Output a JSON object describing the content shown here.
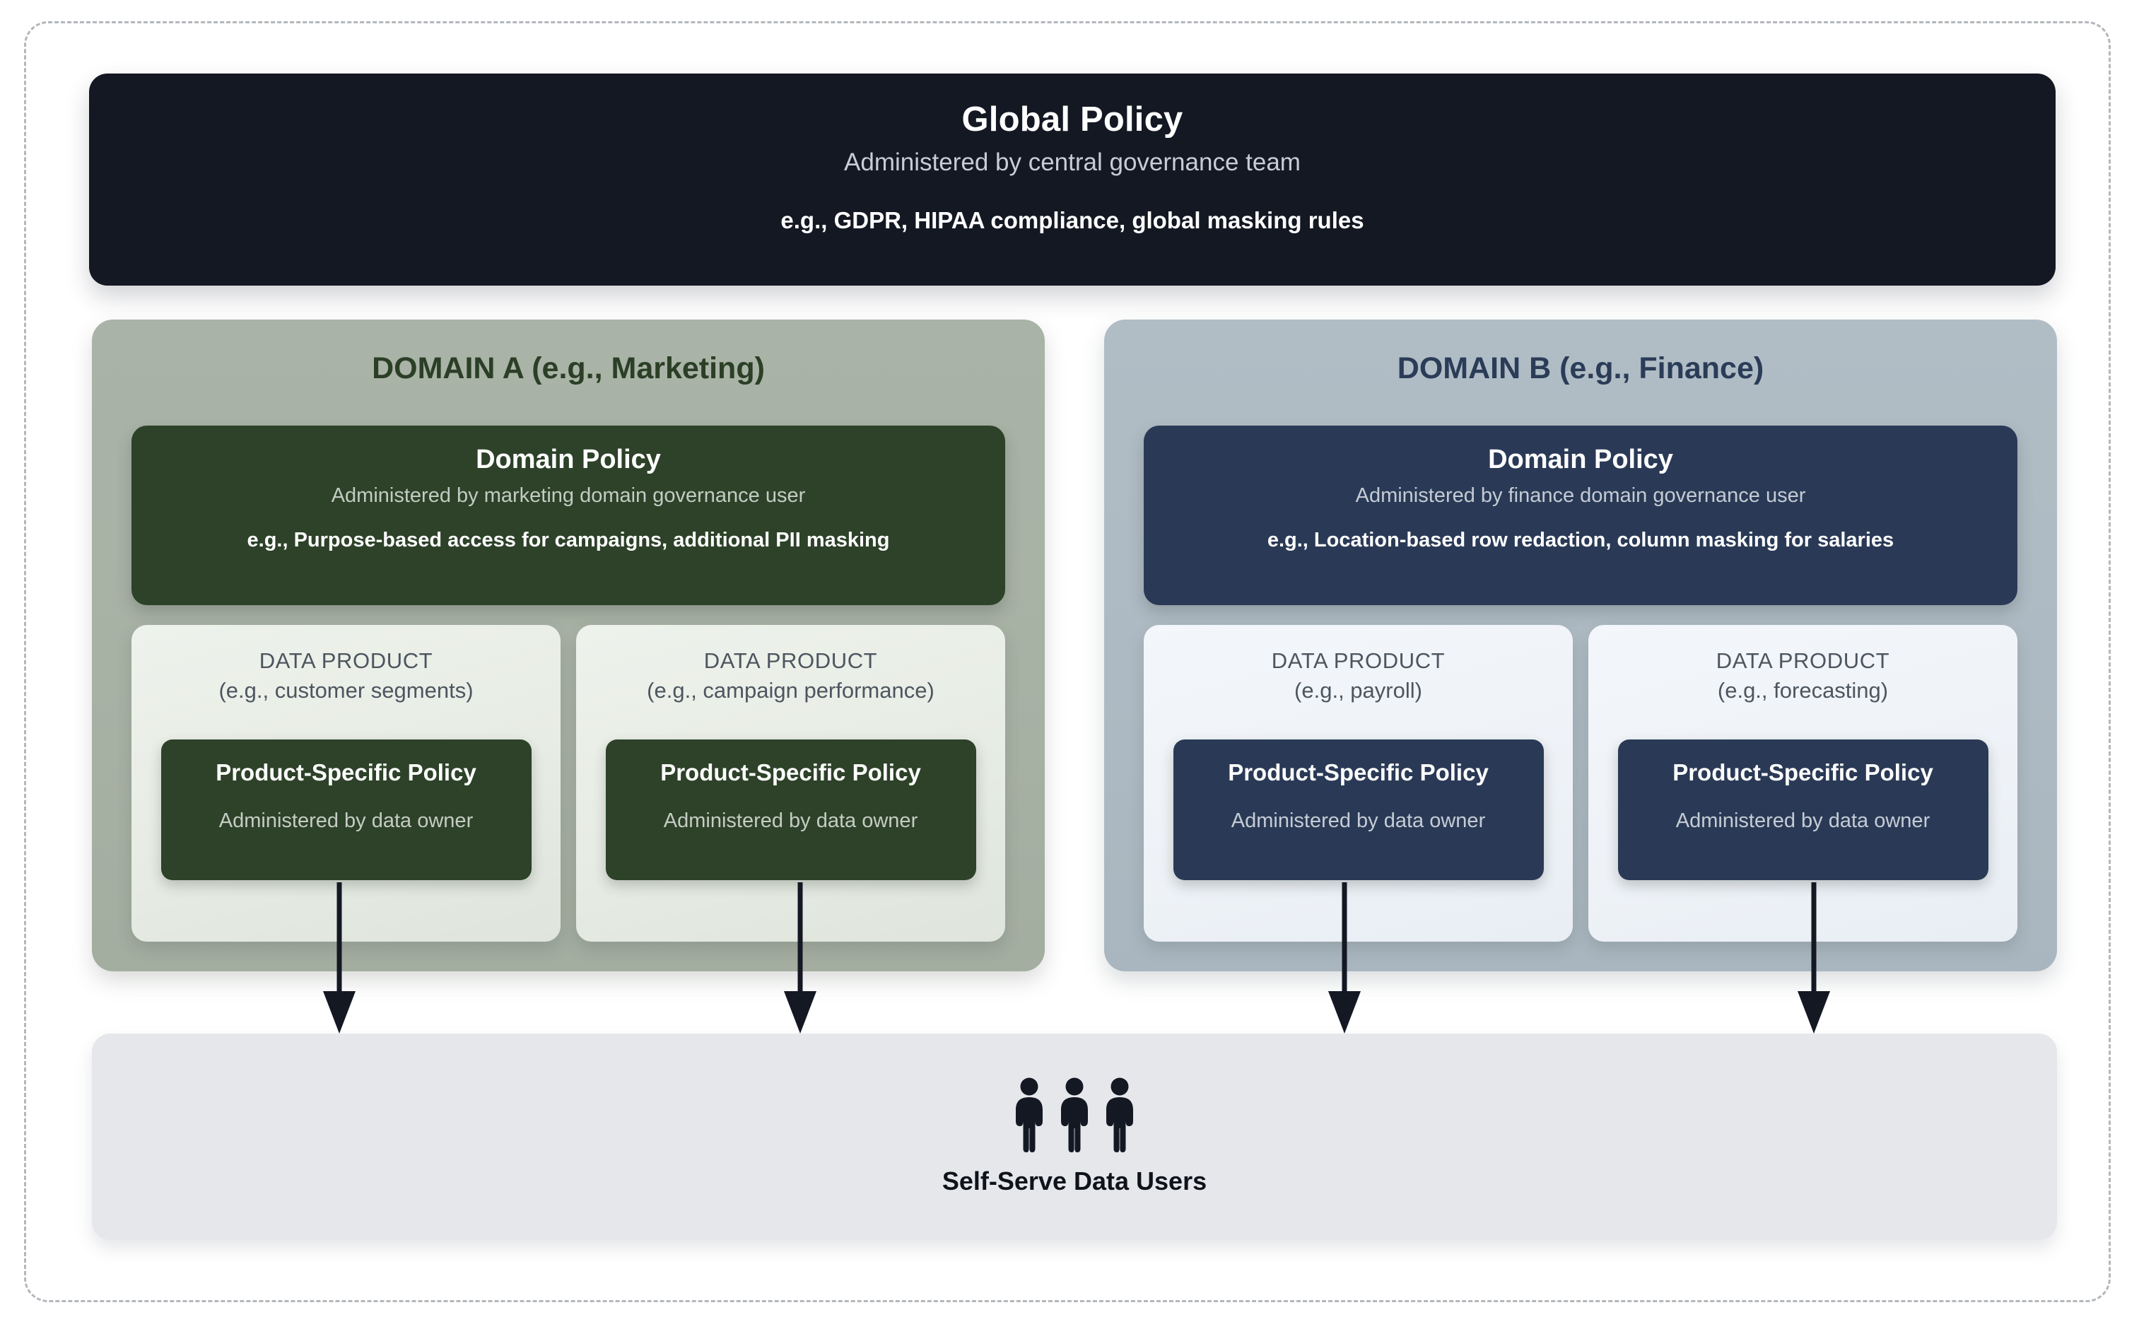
{
  "global_policy": {
    "title": "Global Policy",
    "administered_by": "Administered by central governance team",
    "example": "e.g., GDPR, HIPAA compliance, global masking rules",
    "bg_color": "#141823"
  },
  "domains": [
    {
      "heading": "DOMAIN A (e.g., Marketing)",
      "container_color": "#a7b1a4",
      "accent_color": "#2d4229",
      "policy": {
        "title": "Domain Policy",
        "administered_by": "Administered by marketing domain governance user",
        "example": "e.g., Purpose-based access for campaigns, additional PII masking"
      },
      "products": [
        {
          "label": "DATA PRODUCT",
          "example": "(e.g., customer segments)",
          "policy_title": "Product-Specific Policy",
          "policy_sub": "Administered by data owner"
        },
        {
          "label": "DATA PRODUCT",
          "example": "(e.g., campaign performance)",
          "policy_title": "Product-Specific Policy",
          "policy_sub": "Administered by data owner"
        }
      ]
    },
    {
      "heading": "DOMAIN B (e.g., Finance)",
      "container_color": "#aebac3",
      "accent_color": "#2a3a56",
      "policy": {
        "title": "Domain Policy",
        "administered_by": "Administered by finance domain governance user",
        "example": "e.g., Location-based row redaction, column masking for salaries"
      },
      "products": [
        {
          "label": "DATA PRODUCT",
          "example": "(e.g., payroll)",
          "policy_title": "Product-Specific Policy",
          "policy_sub": "Administered by data owner"
        },
        {
          "label": "DATA PRODUCT",
          "example": "(e.g., forecasting)",
          "policy_title": "Product-Specific Policy",
          "policy_sub": "Administered by data owner"
        }
      ]
    }
  ],
  "consumers": {
    "label": "Self-Serve Data Users",
    "icon": "people-group-icon",
    "person_count": 3,
    "bg_color": "#e5e7eb"
  },
  "arrows": {
    "color": "#141823",
    "count": 4
  }
}
